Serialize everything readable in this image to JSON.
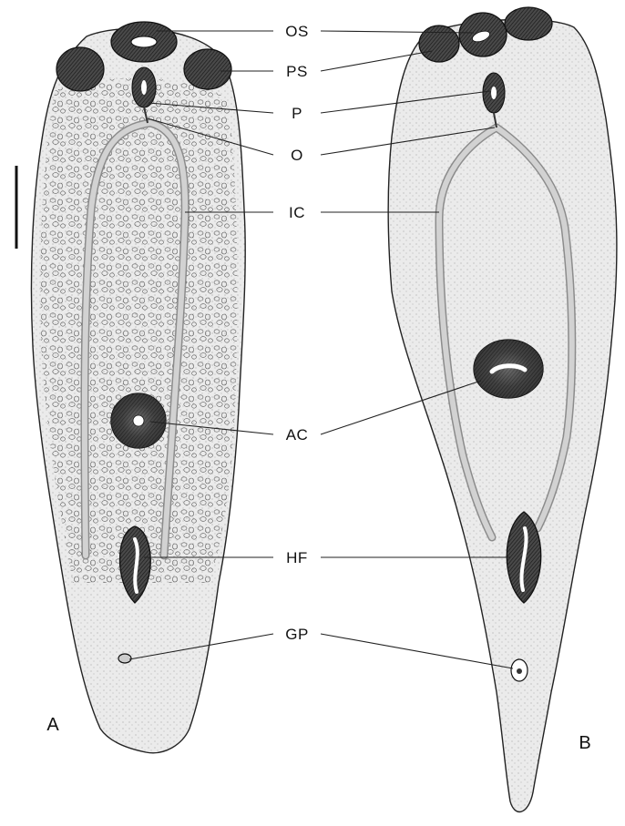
{
  "figure": {
    "labels": {
      "os": "OS",
      "ps": "PS",
      "p": "P",
      "o": "O",
      "ic": "IC",
      "ac": "AC",
      "hf": "HF",
      "gp": "GP"
    },
    "panels": {
      "a": "A",
      "b": "B"
    }
  }
}
